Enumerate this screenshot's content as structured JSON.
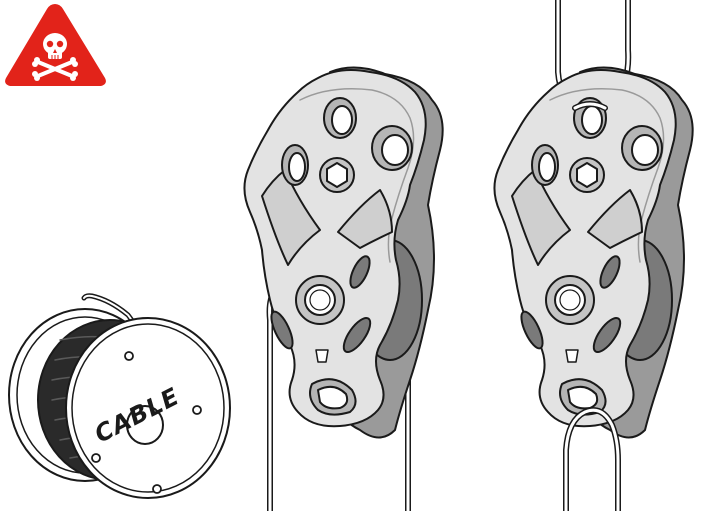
{
  "hazard_sign": {
    "icon": "skull-crossbones-icon",
    "background_color": "#e2231a",
    "symbol_color": "#ffffff"
  },
  "cable_spool": {
    "label": "CABLE"
  },
  "pulleys": [
    {
      "name": "pulley-left",
      "status": "rope-through-sheave"
    },
    {
      "name": "pulley-right",
      "status": "rope-through-top-and-bottom-holes"
    }
  ],
  "colors": {
    "outline": "#1a1a1a",
    "metal_light": "#e6e6e6",
    "metal_mid": "#c4c4c4",
    "metal_dark": "#8f8f8f",
    "rope": "#ffffff"
  }
}
